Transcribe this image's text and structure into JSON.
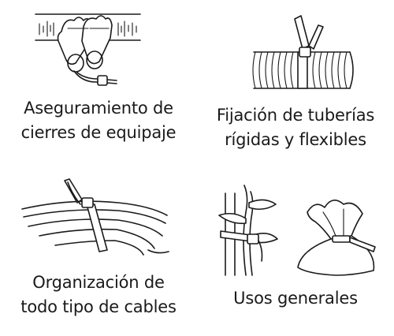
{
  "panels": [
    {
      "lines": [
        "Aseguramiento de",
        "cierres de equipaje"
      ],
      "icon": "luggage-zipper-icon"
    },
    {
      "lines": [
        "Fijación de tuberías",
        "rígidas y flexibles"
      ],
      "icon": "pipe-tie-icon"
    },
    {
      "lines": [
        "Organización de",
        "todo tipo de cables"
      ],
      "icon": "cable-bundle-icon"
    },
    {
      "lines": [
        "Usos generales"
      ],
      "icon": "plant-and-bag-icon"
    }
  ]
}
